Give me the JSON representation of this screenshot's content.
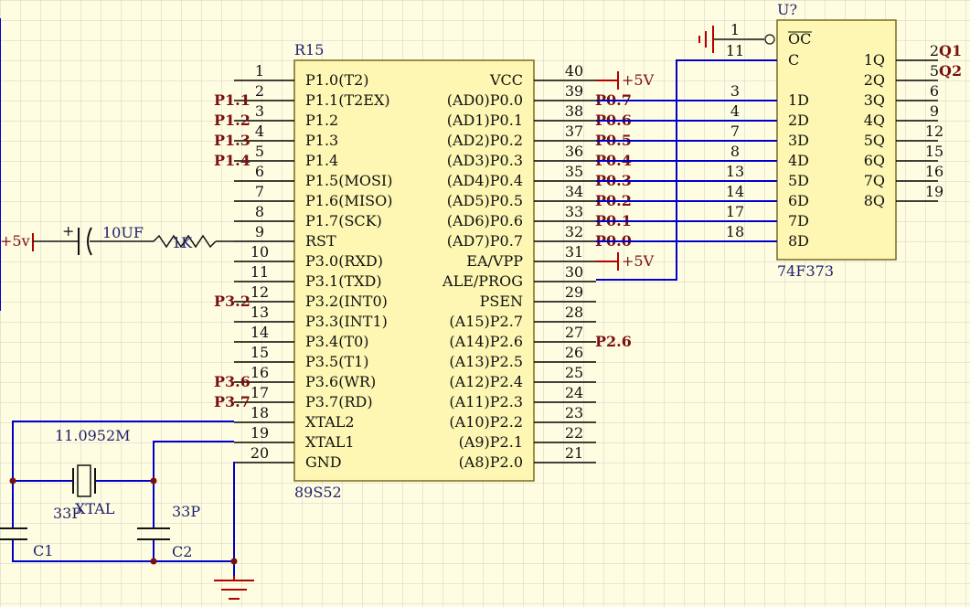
{
  "colors": {
    "background": "#fffde1",
    "grid": "#cfcfc8",
    "wire_blue": "#0000cc",
    "pin_black": "#000000",
    "part_fill": "#fdf7b3",
    "label_red": "#7a1010",
    "label_dark": "#202070",
    "power_red": "#b00000"
  },
  "mcu": {
    "designator": "R15",
    "part": "89S52",
    "left_pins": [
      {
        "num": "1",
        "name": "P1.0(T2)",
        "net": ""
      },
      {
        "num": "2",
        "name": "P1.1(T2EX)",
        "net": "P1.1"
      },
      {
        "num": "3",
        "name": "P1.2",
        "net": "P1.2"
      },
      {
        "num": "4",
        "name": "P1.3",
        "net": "P1.3"
      },
      {
        "num": "5",
        "name": "P1.4",
        "net": "P1.4"
      },
      {
        "num": "6",
        "name": "P1.5(MOSI)",
        "net": ""
      },
      {
        "num": "7",
        "name": "P1.6(MISO)",
        "net": ""
      },
      {
        "num": "8",
        "name": "P1.7(SCK)",
        "net": ""
      },
      {
        "num": "9",
        "name": "RST",
        "net": ""
      },
      {
        "num": "10",
        "name": "P3.0(RXD)",
        "net": ""
      },
      {
        "num": "11",
        "name": "P3.1(TXD)",
        "net": ""
      },
      {
        "num": "12",
        "name": "P3.2(INT0)",
        "net": "P3.2"
      },
      {
        "num": "13",
        "name": "P3.3(INT1)",
        "net": ""
      },
      {
        "num": "14",
        "name": "P3.4(T0)",
        "net": ""
      },
      {
        "num": "15",
        "name": "P3.5(T1)",
        "net": ""
      },
      {
        "num": "16",
        "name": "P3.6(WR)",
        "net": "P3.6"
      },
      {
        "num": "17",
        "name": "P3.7(RD)",
        "net": "P3.7"
      },
      {
        "num": "18",
        "name": "XTAL2",
        "net": ""
      },
      {
        "num": "19",
        "name": "XTAL1",
        "net": ""
      },
      {
        "num": "20",
        "name": "GND",
        "net": ""
      }
    ],
    "right_pins": [
      {
        "num": "40",
        "name": "VCC",
        "net": "+5V"
      },
      {
        "num": "39",
        "name": "(AD0)P0.0",
        "net": "P0.7"
      },
      {
        "num": "38",
        "name": "(AD1)P0.1",
        "net": "P0.6"
      },
      {
        "num": "37",
        "name": "(AD2)P0.2",
        "net": "P0.5"
      },
      {
        "num": "36",
        "name": "(AD3)P0.3",
        "net": "P0.4"
      },
      {
        "num": "35",
        "name": "(AD4)P0.4",
        "net": "P0.3"
      },
      {
        "num": "34",
        "name": "(AD5)P0.5",
        "net": "P0.2"
      },
      {
        "num": "33",
        "name": "(AD6)P0.6",
        "net": "P0.1"
      },
      {
        "num": "32",
        "name": "(AD7)P0.7",
        "net": "P0.0"
      },
      {
        "num": "31",
        "name": "EA/VPP",
        "net": "+5V"
      },
      {
        "num": "30",
        "name": "ALE/PROG",
        "net": ""
      },
      {
        "num": "29",
        "name": "PSEN",
        "net": ""
      },
      {
        "num": "28",
        "name": "(A15)P2.7",
        "net": ""
      },
      {
        "num": "27",
        "name": "(A14)P2.6",
        "net": "P2.6"
      },
      {
        "num": "26",
        "name": "(A13)P2.5",
        "net": ""
      },
      {
        "num": "25",
        "name": "(A12)P2.4",
        "net": ""
      },
      {
        "num": "24",
        "name": "(A11)P2.3",
        "net": ""
      },
      {
        "num": "23",
        "name": "(A10)P2.2",
        "net": ""
      },
      {
        "num": "22",
        "name": "(A9)P2.1",
        "net": ""
      },
      {
        "num": "21",
        "name": "(A8)P2.0",
        "net": ""
      }
    ]
  },
  "latch": {
    "designator": "U?",
    "part": "74F373",
    "left_pins": [
      {
        "num": "1",
        "name": "OC"
      },
      {
        "num": "11",
        "name": "C"
      },
      {
        "num": "3",
        "name": "1D"
      },
      {
        "num": "4",
        "name": "2D"
      },
      {
        "num": "7",
        "name": "3D"
      },
      {
        "num": "8",
        "name": "4D"
      },
      {
        "num": "13",
        "name": "5D"
      },
      {
        "num": "14",
        "name": "6D"
      },
      {
        "num": "17",
        "name": "7D"
      },
      {
        "num": "18",
        "name": "8D"
      }
    ],
    "right_pins": [
      {
        "num": "2",
        "name": "1Q",
        "net": "Q1"
      },
      {
        "num": "5",
        "name": "2Q",
        "net": "Q2"
      },
      {
        "num": "6",
        "name": "3Q",
        "net": ""
      },
      {
        "num": "9",
        "name": "4Q",
        "net": ""
      },
      {
        "num": "12",
        "name": "5Q",
        "net": ""
      },
      {
        "num": "15",
        "name": "6Q",
        "net": ""
      },
      {
        "num": "16",
        "name": "7Q",
        "net": ""
      },
      {
        "num": "19",
        "name": "8Q",
        "net": ""
      }
    ]
  },
  "reset_circuit": {
    "power": "+5v",
    "capacitor": "10UF",
    "resistor": "1K"
  },
  "crystal": {
    "frequency": "11.0952M",
    "name": "XTAL",
    "cap1_value": "33P",
    "cap1_name": "C1",
    "cap2_value": "33P",
    "cap2_name": "C2"
  }
}
